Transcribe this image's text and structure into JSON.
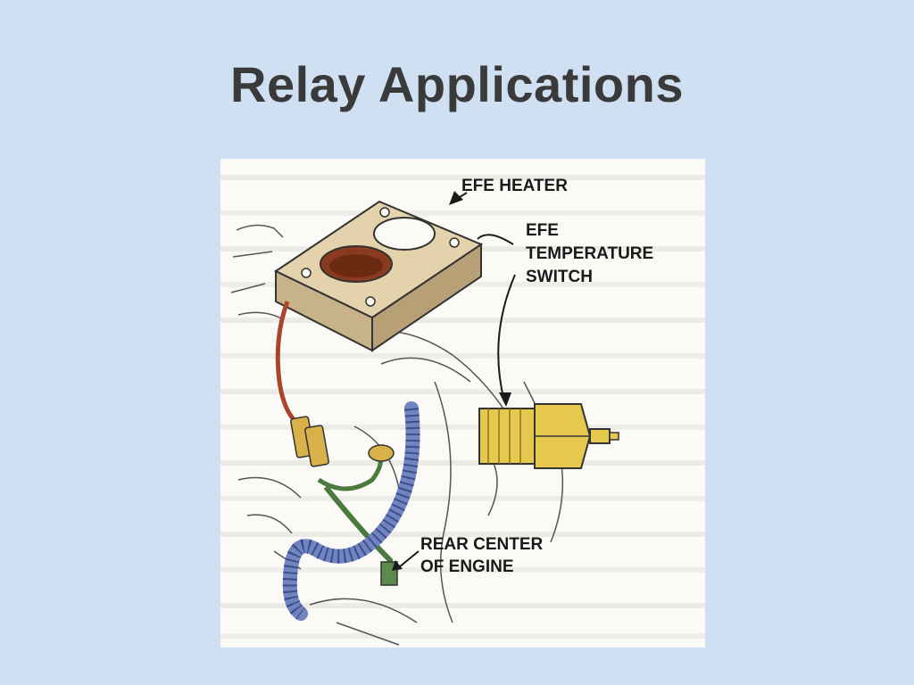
{
  "slide": {
    "title": "Relay Applications"
  },
  "figure": {
    "labels": {
      "efe_heater": "EFE HEATER",
      "efe_temp_line1": "EFE",
      "efe_temp_line2": "TEMPERATURE",
      "efe_temp_line3": "SWITCH",
      "rear_line1": "REAR CENTER",
      "rear_line2": "OF ENGINE"
    }
  }
}
